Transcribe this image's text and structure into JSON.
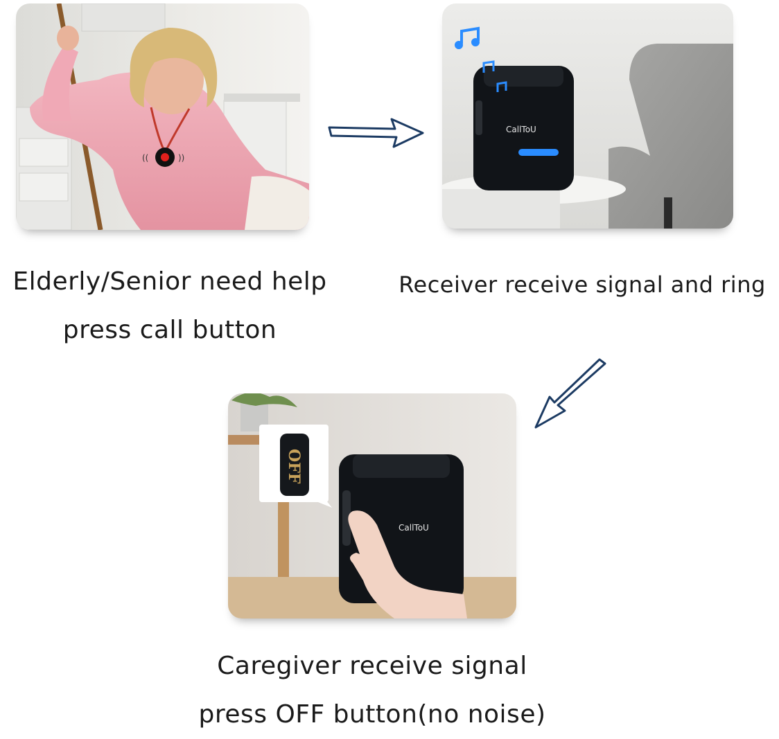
{
  "steps": [
    {
      "line1": "Elderly/Senior need help",
      "line2": "press call button"
    },
    {
      "line1": "Receiver receive signal and ring"
    },
    {
      "line1": "Caregiver receive signal",
      "line2": "press OFF button(no noise)"
    }
  ],
  "device": {
    "brand": "CallToU",
    "off_label": "OFF"
  },
  "colors": {
    "ink": "#1a1a1a",
    "arrow": "#1c3b63",
    "device": "#111418",
    "glow": "#2a8cff",
    "call_button": "#e0201c"
  }
}
